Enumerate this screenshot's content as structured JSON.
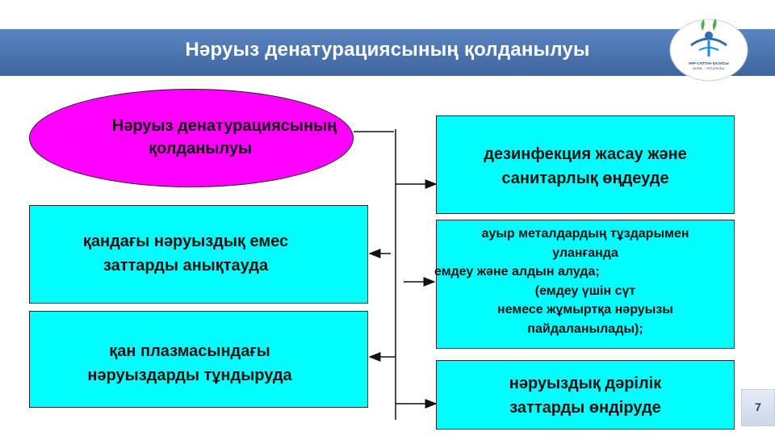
{
  "header": {
    "title": "Нәруыз денатурациясының қолданылуы",
    "logo_text": "НҰР-СҰЛТАН ҚАЛАСЫ БІЛІМ ... ОРТАЛЫҒЫ"
  },
  "diagram": {
    "center_label_line1": "Нәруыз денатурациясының",
    "center_label_line2": "қолданылуы",
    "left_items": [
      {
        "line1": "қандағы нәруыздық емес",
        "line2": "заттарды анықтауда"
      },
      {
        "line1": "қан плазмасындағы",
        "line2": "нәруыздарды тұндыруда"
      }
    ],
    "right_items": [
      {
        "line1": "дезинфекция жасау және",
        "line2": "санитарлық өңдеуде"
      },
      {
        "lines": [
          "ауыр металдардың тұздарымен",
          "уланғанда",
          "емдеу және алдын алуда;",
          "(емдеу үшін сүт",
          "немесе жұмыртқа нәруызы",
          "пайдаланылады);"
        ]
      },
      {
        "line1": "нәруыздық дәрілік",
        "line2": "заттарды өндіруде"
      }
    ]
  },
  "footer": {
    "page_number": "7"
  },
  "colors": {
    "title_bar": "#4a74ad",
    "ellipse_fill": "#ff00ff",
    "box_fill": "#00ffff",
    "page_number": "#1c3f76"
  }
}
